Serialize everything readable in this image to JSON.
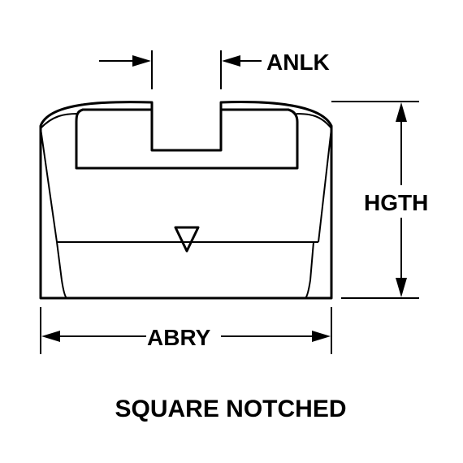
{
  "labels": {
    "anlk": "ANLK",
    "hgth": "HGTH",
    "abry": "ABRY",
    "caption": "SQUARE NOTCHED"
  },
  "colors": {
    "stroke": "#000000",
    "background": "#ffffff"
  }
}
